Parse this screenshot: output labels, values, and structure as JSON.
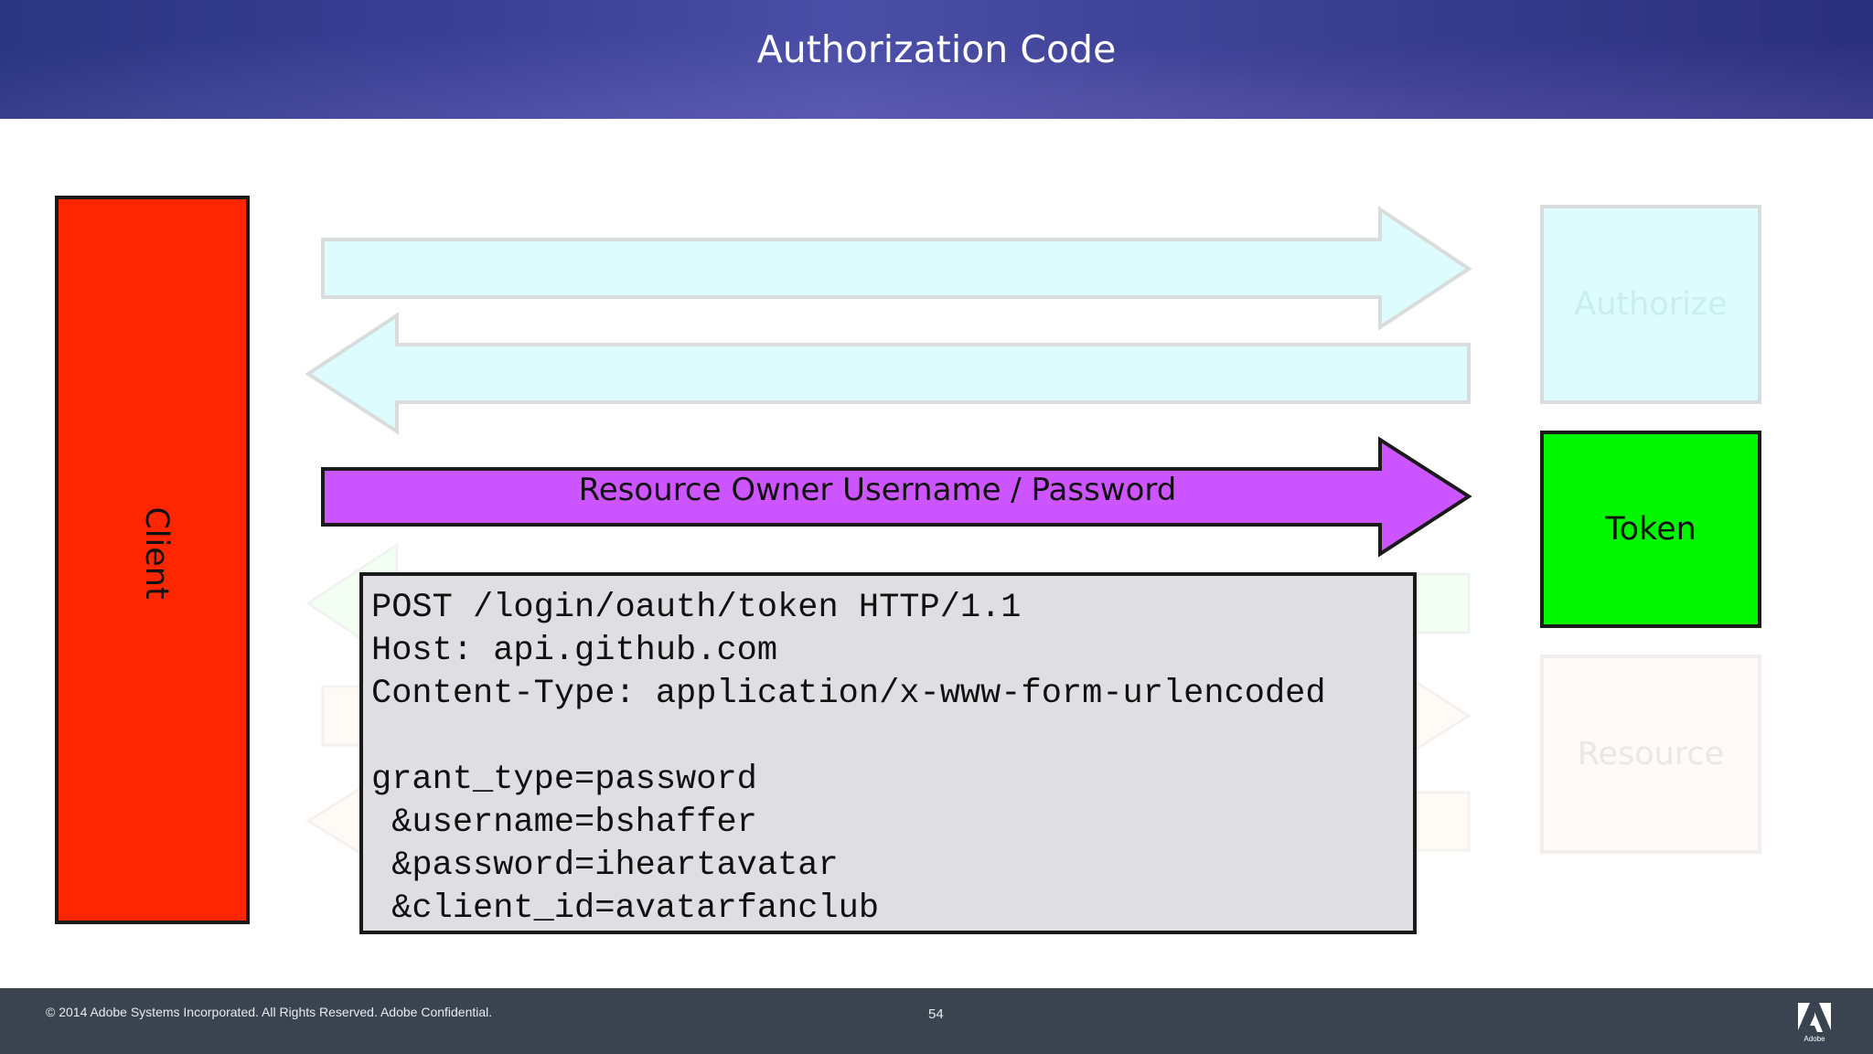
{
  "slide": {
    "title": "Authorization Code",
    "client_label": "Client",
    "servers": {
      "authorize": "Authorize",
      "token": "Token",
      "resource": "Resource"
    },
    "flow_arrow_label": "Resource Owner Username / Password",
    "code_lines": [
      "POST /login/oauth/token HTTP/1.1",
      "Host: api.github.com",
      "Content-Type: application/x-www-form-urlencoded",
      "",
      "grant_type=password",
      " &username=bshaffer",
      " &password=iheartavatar",
      " &client_id=avatarfanclub"
    ]
  },
  "footer": {
    "copyright": "© 2014 Adobe Systems Incorporated.  All Rights Reserved.  Adobe Confidential.",
    "page_number": "54",
    "logo_text": "Adobe"
  },
  "colors": {
    "client": "#ff2600",
    "token": "#00f700",
    "active_arrow": "#cc55ff",
    "faded_arrow_blue": "#dcfcfe",
    "faded_arrow_green": "#f3fff3",
    "faded_arrow_orange": "#fffaf5"
  }
}
